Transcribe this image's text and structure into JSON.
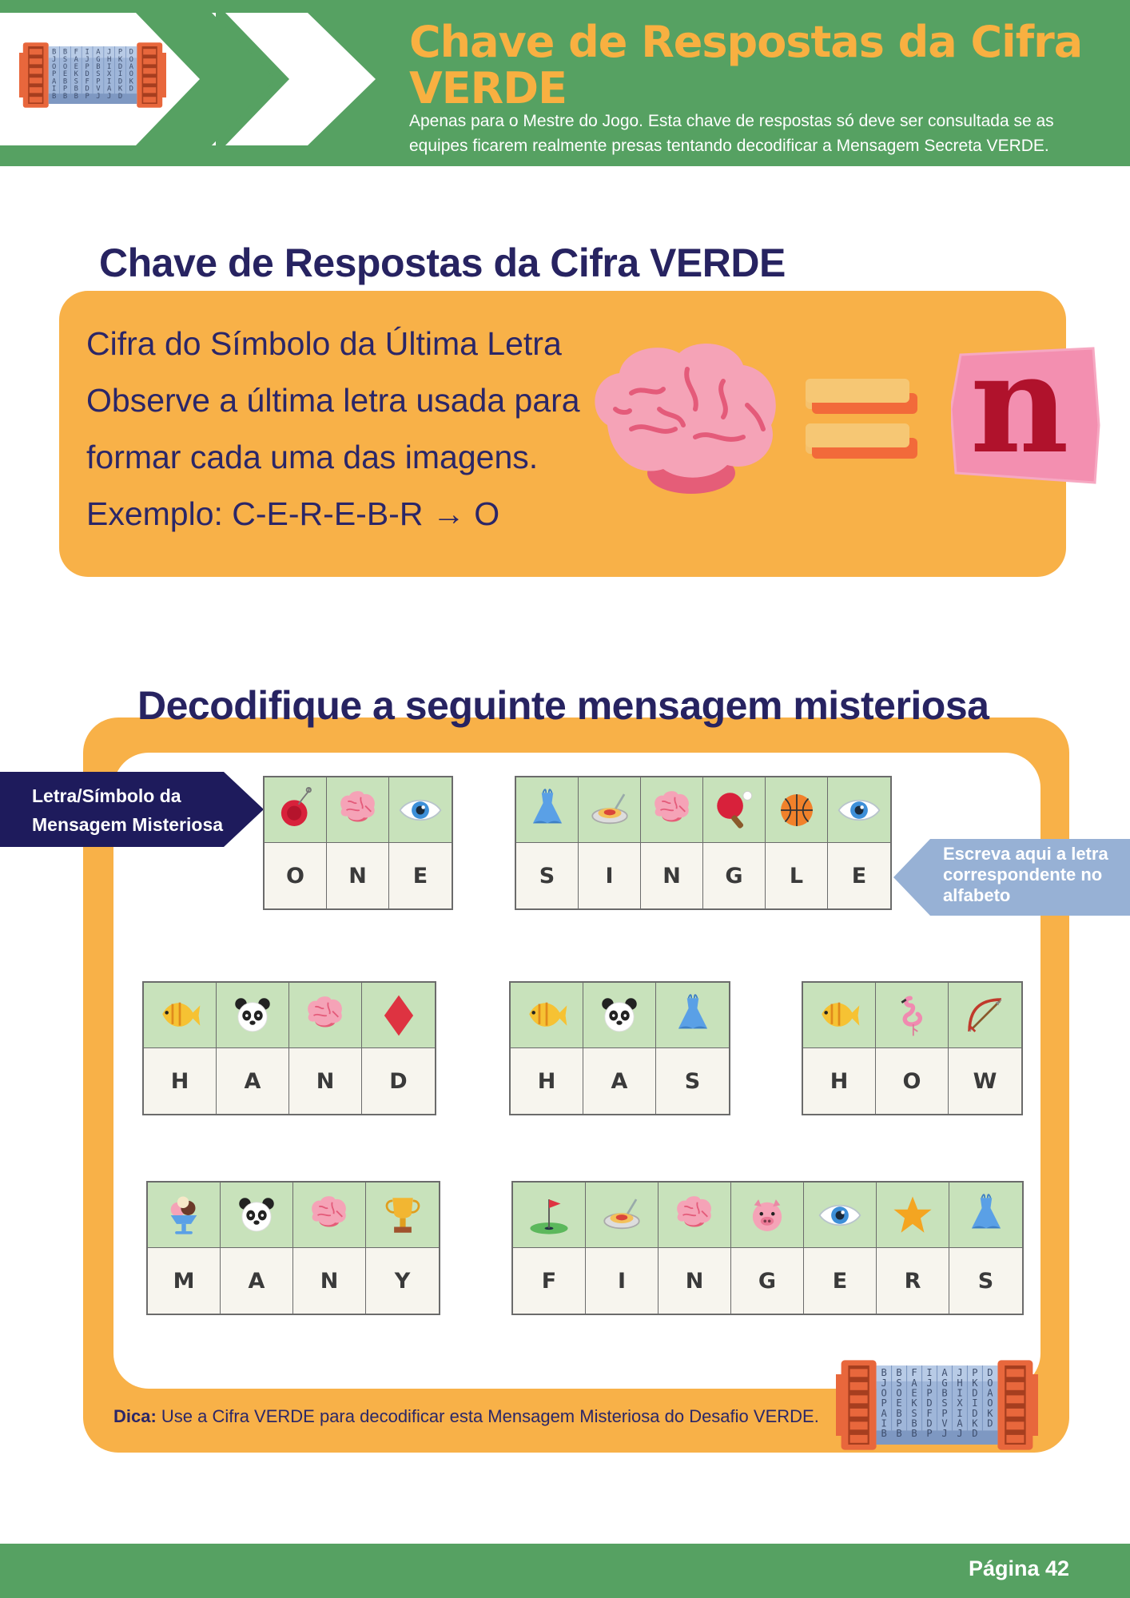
{
  "header": {
    "title": "Chave de Respostas da Cifra VERDE",
    "subtitle": "Apenas para o Mestre do Jogo. Esta chave de respostas só deve ser consultada se as equipes ficarem realmente presas tentando decodificar a Mensagem Secreta VERDE."
  },
  "section1": {
    "title": "Chave de Respostas da Cifra VERDE",
    "rule_lines": [
      "Cifra do Símbolo da Última Letra",
      "Observe a última letra usada para",
      "formar cada uma das imagens.",
      "Exemplo: C-E-R-E-B-R → O"
    ],
    "example_letter": "n"
  },
  "section2": {
    "title": "Decodifique a seguinte mensagem misteriosa",
    "label_left": "Letra/Símbolo da Mensagem Misteriosa",
    "label_right": "Escreva aqui a letra correspondente no alfabeto",
    "tip_bold": "Dica:",
    "tip_text": " Use a Cifra VERDE para decodificar esta Mensagem Misteriosa do Desafio VERDE."
  },
  "words": [
    {
      "icons": [
        "yoyo-icon",
        "brain-icon",
        "eye-icon"
      ],
      "letters": [
        "O",
        "N",
        "E"
      ]
    },
    {
      "icons": [
        "dress-icon",
        "spaghetti-icon",
        "brain-icon",
        "ping-pong-icon",
        "basketball-icon",
        "eye-icon"
      ],
      "letters": [
        "S",
        "I",
        "N",
        "G",
        "L",
        "E"
      ]
    },
    {
      "icons": [
        "fish-icon",
        "panda-icon",
        "brain-icon",
        "diamond-icon"
      ],
      "letters": [
        "H",
        "A",
        "N",
        "D"
      ]
    },
    {
      "icons": [
        "fish-icon",
        "panda-icon",
        "dress-icon"
      ],
      "letters": [
        "H",
        "A",
        "S"
      ]
    },
    {
      "icons": [
        "fish-icon",
        "flamingo-icon",
        "bow-arrow-icon"
      ],
      "letters": [
        "H",
        "O",
        "W"
      ]
    },
    {
      "icons": [
        "ice-cream-icon",
        "panda-icon",
        "brain-icon",
        "trophy-icon"
      ],
      "letters": [
        "M",
        "A",
        "N",
        "Y"
      ]
    },
    {
      "icons": [
        "golf-flag-icon",
        "spaghetti-icon",
        "brain-icon",
        "pig-icon",
        "eye-icon",
        "star-icon",
        "dress-icon"
      ],
      "letters": [
        "F",
        "I",
        "N",
        "G",
        "E",
        "R",
        "S"
      ]
    }
  ],
  "cipher_logo": {
    "columns": [
      "BJOPAIB",
      "BSOEBPB",
      "FAEKSBB",
      "IJPDFDP",
      "AGBSPVJ",
      "JHIXIAJ",
      "PKDIDKD",
      "DOAOKD"
    ]
  },
  "footer": {
    "page_label": "Página 42"
  },
  "colors": {
    "green": "#56a162",
    "orange": "#f8b148",
    "navy": "#272361",
    "light_blue": "#97b1d5"
  }
}
